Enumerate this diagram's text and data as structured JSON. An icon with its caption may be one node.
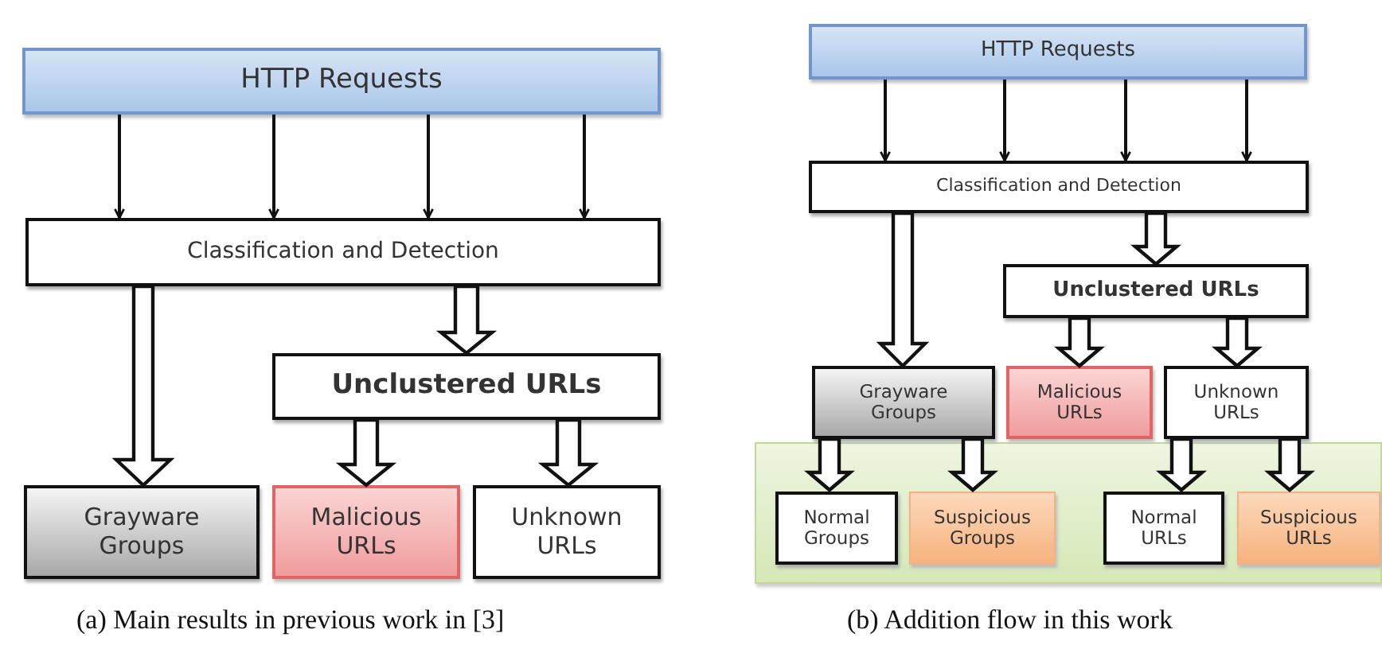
{
  "diagram": {
    "nodes": [
      {
        "text": [
          "HTTP Requests"
        ]
      },
      {
        "text": [
          "Classification and Detection"
        ]
      },
      {
        "text": [
          "Unclustered URLs"
        ]
      },
      {
        "text": [
          "Grayware Groups"
        ]
      },
      {
        "text": [
          "Malicious URLs"
        ]
      },
      {
        "text": [
          "Unknown URLs"
        ]
      },
      {
        "text": [
          "HTTP Requests"
        ]
      },
      {
        "text": [
          "Classification and Detection"
        ]
      },
      {
        "text": [
          "Unclustered URLs"
        ]
      },
      {
        "text": [],
        "shape": "box"
      },
      {
        "text": [
          "Grayware Groups"
        ]
      },
      {
        "text": [
          "Malicious URLs"
        ]
      },
      {
        "text": [
          "Unknown URLs"
        ]
      },
      {
        "text": [
          "Normal Groups"
        ],
        "in": 9
      },
      {
        "text": [
          "Suspicious Groups"
        ],
        "in": 9
      },
      {
        "text": [
          "Normal URLs"
        ],
        "in": 9
      },
      {
        "text": [
          "Suspicious URLs"
        ],
        "in": 9
      }
    ],
    "edges": [
      {
        "from": 0,
        "to": 1,
        "arrow": "to"
      },
      {
        "from": 0,
        "to": 1,
        "arrow": "to"
      },
      {
        "from": 0,
        "to": 1,
        "arrow": "to"
      },
      {
        "from": 0,
        "to": 1,
        "arrow": "to"
      },
      {
        "from": 1,
        "to": 3,
        "arrow": "to",
        "style": "thick"
      },
      {
        "from": 1,
        "to": 2,
        "arrow": "to",
        "style": "thick"
      },
      {
        "from": 2,
        "to": 4,
        "arrow": "to",
        "style": "thick"
      },
      {
        "from": 2,
        "to": 5,
        "arrow": "to",
        "style": "thick"
      },
      {
        "from": 6,
        "to": 7,
        "arrow": "to"
      },
      {
        "from": 6,
        "to": 7,
        "arrow": "to"
      },
      {
        "from": 6,
        "to": 7,
        "arrow": "to"
      },
      {
        "from": 6,
        "to": 7,
        "arrow": "to"
      },
      {
        "from": 7,
        "to": 10,
        "arrow": "to",
        "style": "thick"
      },
      {
        "from": 7,
        "to": 8,
        "arrow": "to",
        "style": "thick"
      },
      {
        "from": 8,
        "to": 11,
        "arrow": "to",
        "style": "thick"
      },
      {
        "from": 8,
        "to": 12,
        "arrow": "to",
        "style": "thick"
      },
      {
        "from": 10,
        "to": 13,
        "arrow": "to",
        "style": "thick"
      },
      {
        "from": 10,
        "to": 14,
        "arrow": "to",
        "style": "thick"
      },
      {
        "from": 12,
        "to": 15,
        "arrow": "to",
        "style": "thick"
      },
      {
        "from": 12,
        "to": 16,
        "arrow": "to",
        "style": "thick"
      }
    ],
    "labels": [
      "(a) Main results in previous work in [3]",
      "(b) Addition flow in this work"
    ]
  }
}
